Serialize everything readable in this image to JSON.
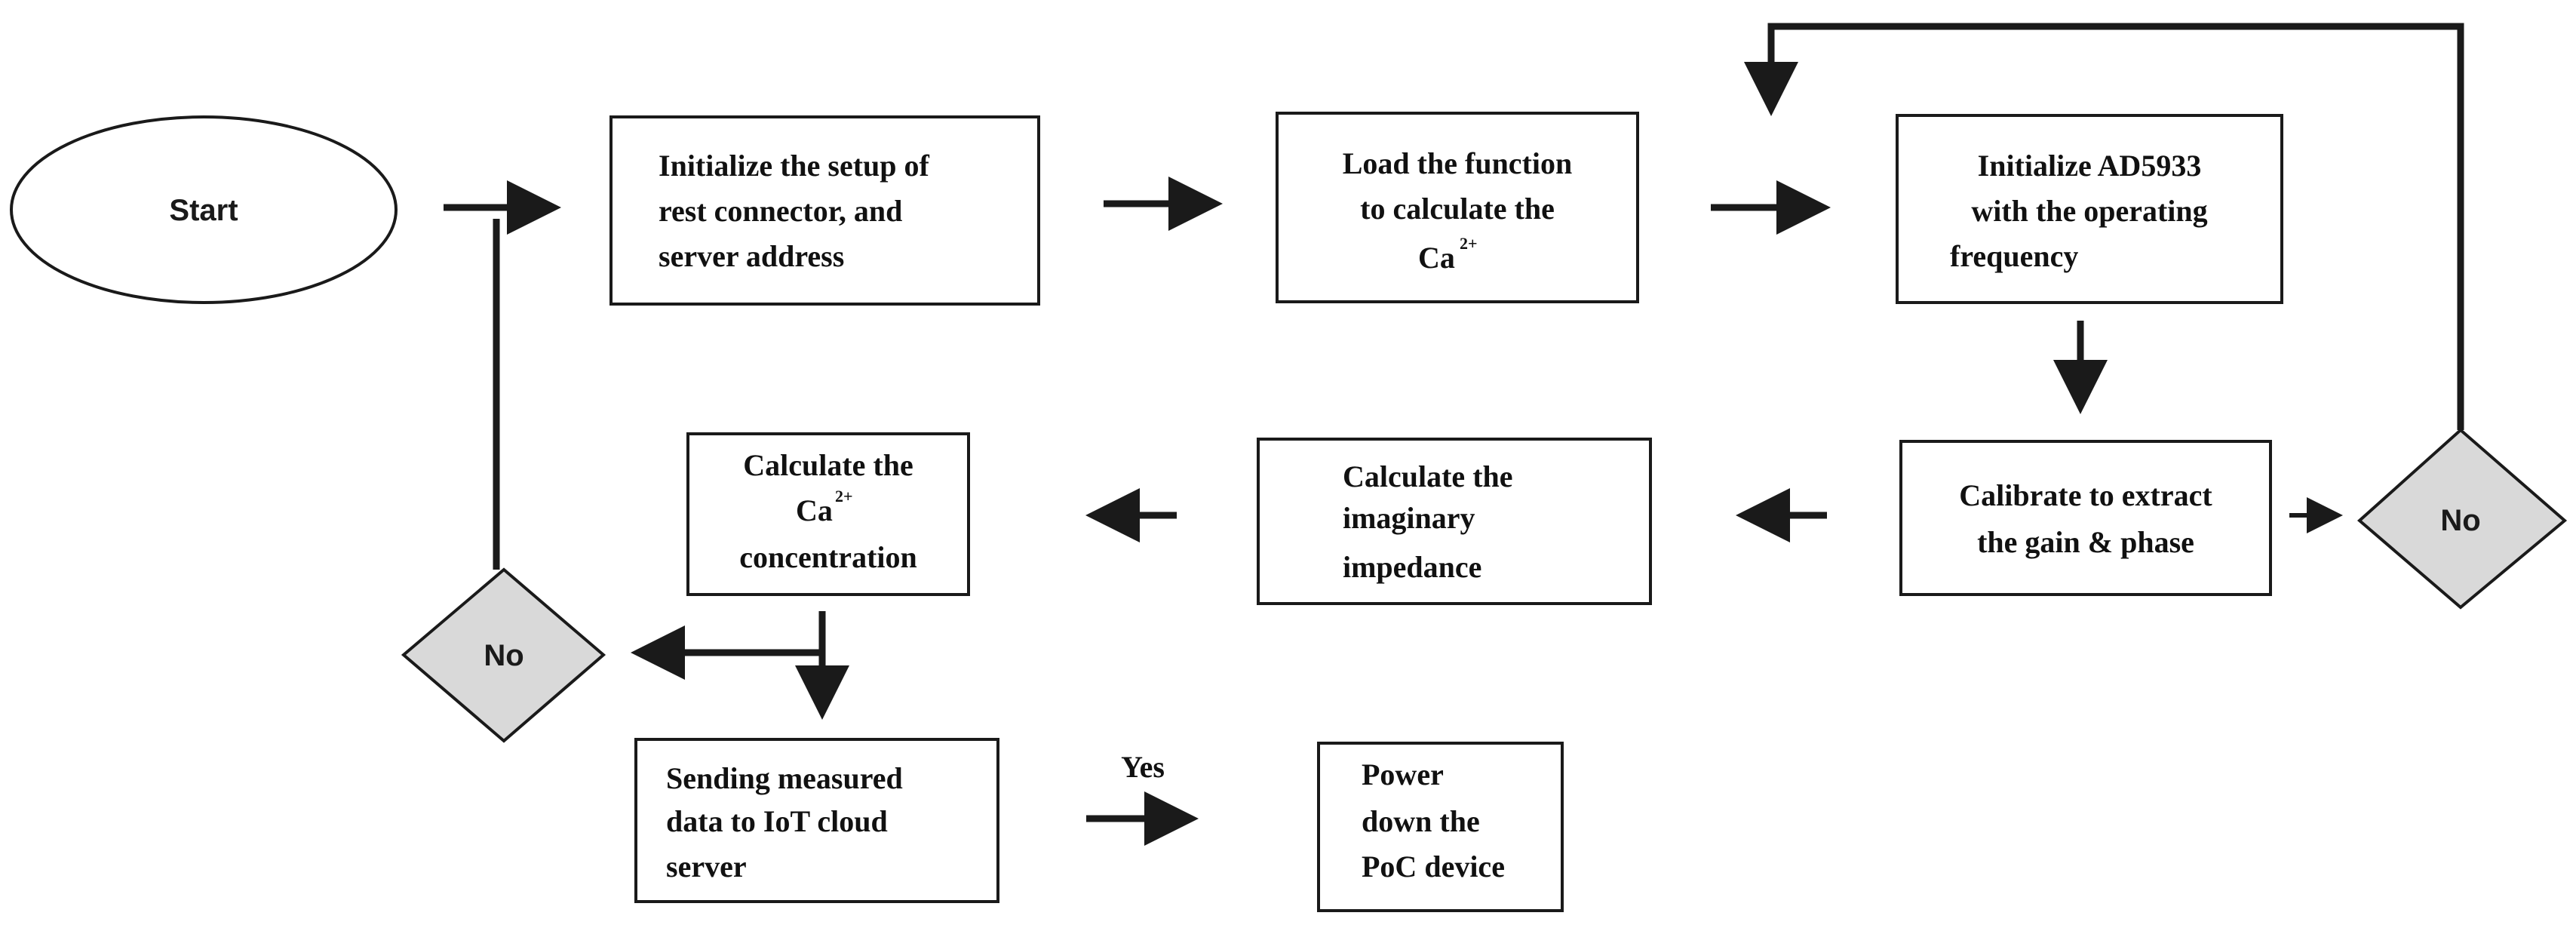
{
  "diagram": {
    "start": {
      "label": "Start"
    },
    "init_setup": {
      "lines": [
        "Initialize the setup of",
        "rest connector, and",
        "server address"
      ]
    },
    "load_function": {
      "line1": "Load the function",
      "line2": "to calculate the",
      "ca": "Ca",
      "sup": "2+"
    },
    "init_ad5933": {
      "lines": [
        "Initialize AD5933",
        "with the operating",
        "frequency"
      ]
    },
    "calibrate": {
      "lines": [
        "Calibrate to extract",
        "the gain & phase"
      ]
    },
    "decision_right": {
      "label": "No"
    },
    "calc_imag": {
      "lines": [
        "Calculate the",
        "imaginary",
        "impedance"
      ]
    },
    "calc_ca": {
      "line1": "Calculate the",
      "ca": "Ca",
      "sup": "2+",
      "line3": "concentration"
    },
    "decision_left": {
      "label": "No"
    },
    "sending": {
      "lines": [
        "Sending measured",
        "data to IoT cloud",
        "server"
      ]
    },
    "yes_label": "Yes",
    "power_down": {
      "lines": [
        "Power",
        "down the",
        "PoC device"
      ]
    },
    "colors": {
      "stroke": "#1a1a1a",
      "diamond_fill": "#d9d9d9",
      "box_fill": "#ffffff"
    }
  }
}
